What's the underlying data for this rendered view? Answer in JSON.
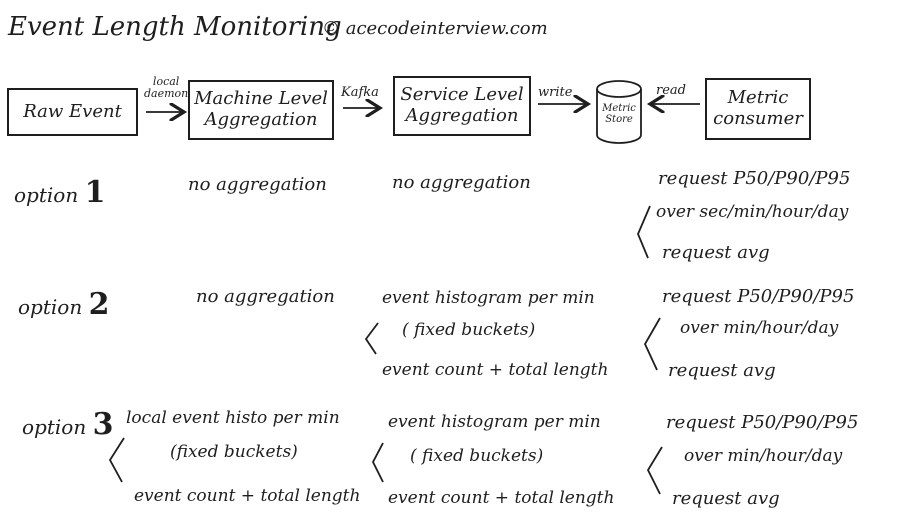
{
  "title": "Event Length Monitoring",
  "copyright": "© acecodeinterview.com",
  "pipeline": {
    "raw_event": "Raw Event",
    "arrow1_line1": "local",
    "arrow1_line2": "daemon",
    "machine_agg_line1": "Machine Level",
    "machine_agg_line2": "Aggregation",
    "arrow2": "Kafka",
    "service_agg_line1": "Service Level",
    "service_agg_line2": "Aggregation",
    "arrow3": "write",
    "store_line1": "Metric",
    "store_line2": "Store",
    "arrow4": "read",
    "consumer_line1": "Metric",
    "consumer_line2": "consumer"
  },
  "options": [
    {
      "label": "option",
      "number": "1",
      "machine": [
        "no aggregation"
      ],
      "service": [
        "no aggregation"
      ],
      "consumer": [
        "request P50/P90/P95",
        "over sec/min/hour/day",
        "request avg"
      ]
    },
    {
      "label": "option",
      "number": "2",
      "machine": [
        "no aggregation"
      ],
      "service": [
        "event histogram per min",
        "( fixed buckets)",
        "event count + total length"
      ],
      "consumer": [
        "request P50/P90/P95",
        "over min/hour/day",
        "request avg"
      ]
    },
    {
      "label": "option",
      "number": "3",
      "machine": [
        "local event histo per min",
        "(fixed buckets)",
        "event count + total length"
      ],
      "service": [
        "event histogram per min",
        "( fixed buckets)",
        "event count + total length"
      ],
      "consumer": [
        "request P50/P90/P95",
        "over min/hour/day",
        "request avg"
      ]
    }
  ]
}
